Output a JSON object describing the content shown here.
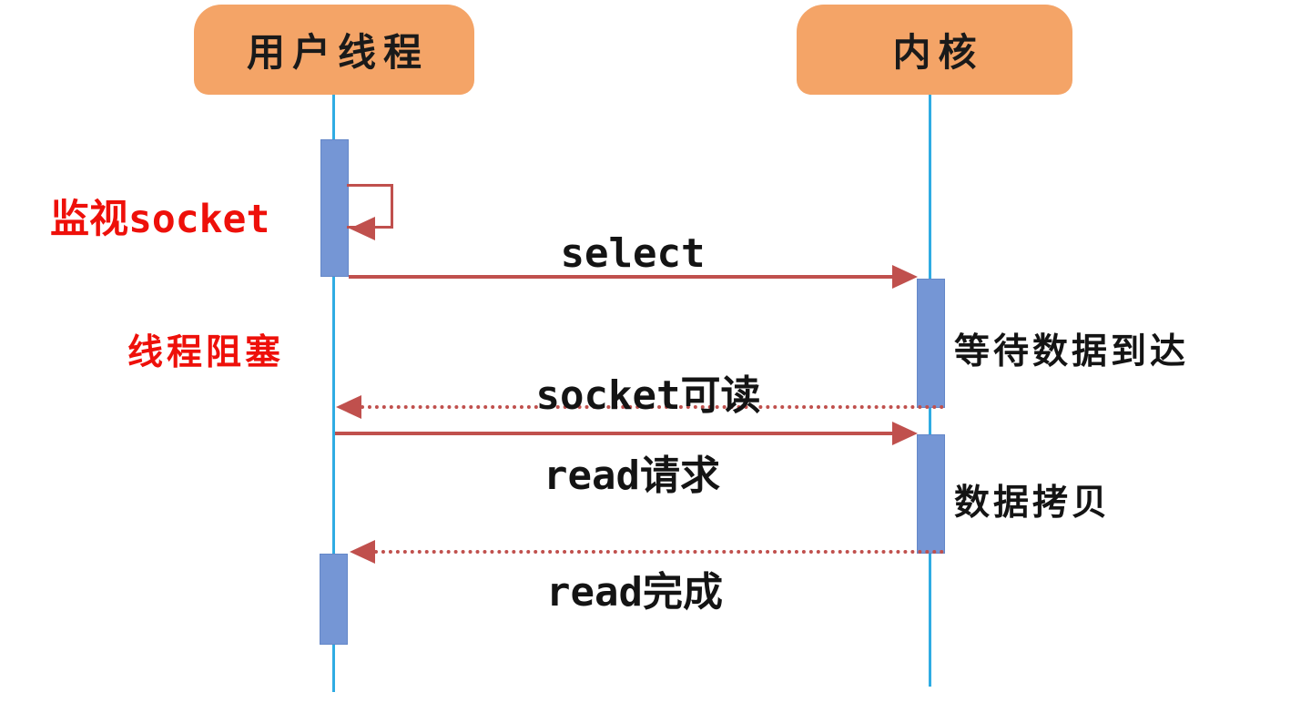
{
  "colors": {
    "header_fill": "#f4a467",
    "lifeline": "#2face3",
    "activation_fill": "#7596d5",
    "arrow": "#c0504d",
    "alert_text": "#ee100a",
    "label_text": "#141414"
  },
  "actors": {
    "user_thread": "用户线程",
    "kernel": "内核"
  },
  "messages": {
    "select": "select",
    "socket_readable": "socket可读",
    "read_request": "read请求",
    "read_complete": "read完成"
  },
  "annotations": {
    "monitor_socket": "监视socket",
    "thread_blocked": "线程阻塞",
    "wait_data_arrive": "等待数据到达",
    "data_copy": "数据拷贝"
  }
}
